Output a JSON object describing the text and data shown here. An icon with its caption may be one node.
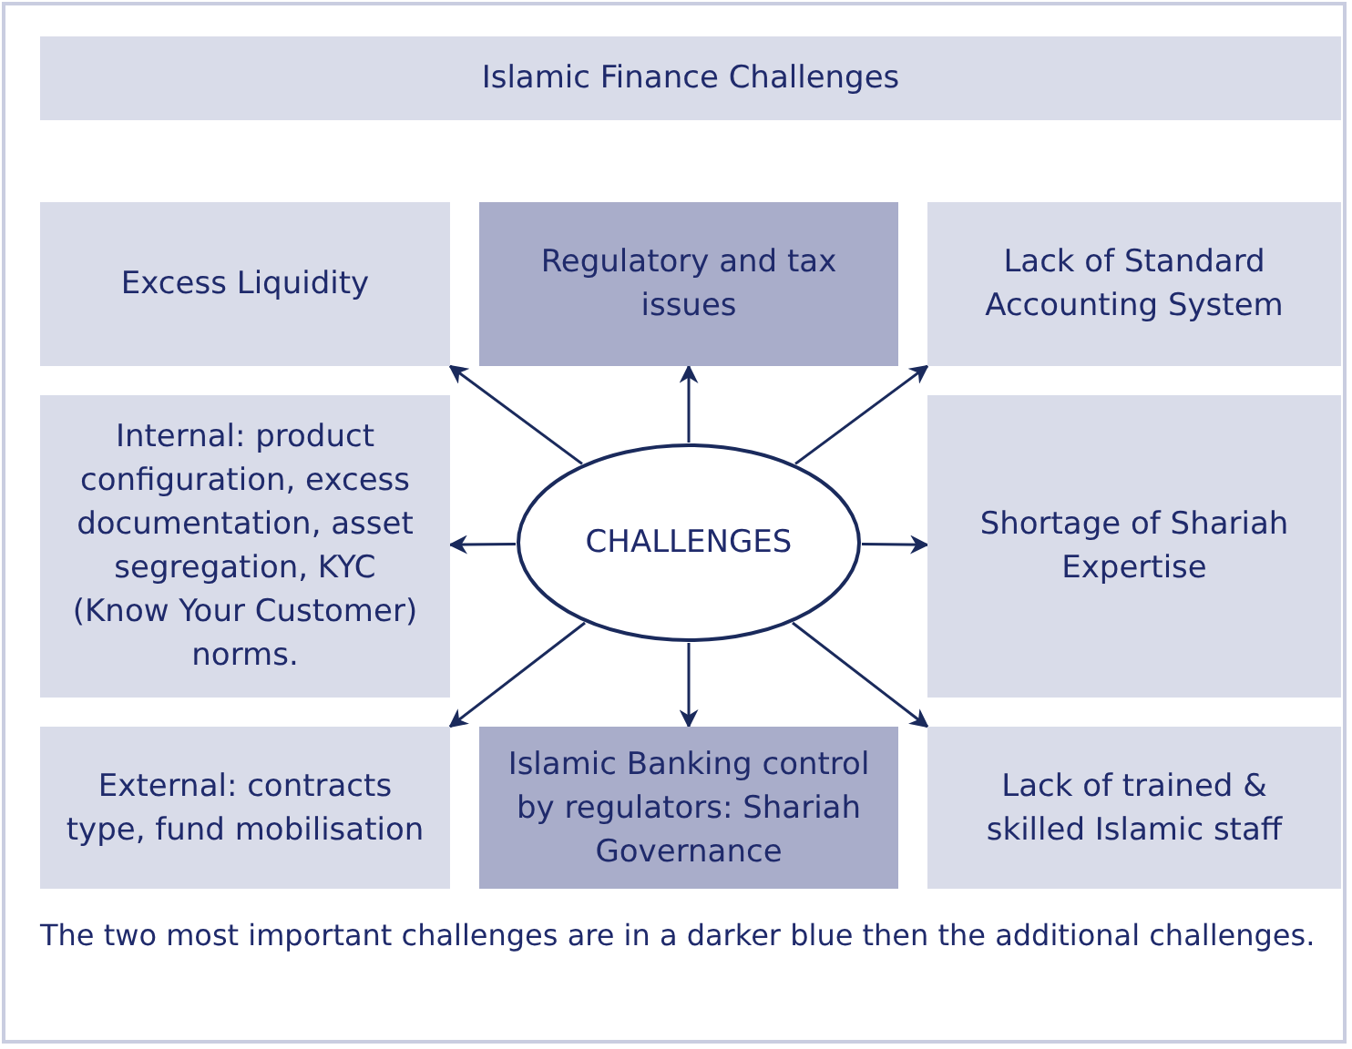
{
  "diagram": {
    "caption": "The two most important challenges are in a darker blue then the additional challenges.",
    "nodes": [
      {
        "text": [
          "Islamic Finance Challenges"
        ]
      },
      {
        "text": [
          "Excess Liquidity"
        ]
      },
      {
        "text": [
          "Regulatory and tax issues"
        ]
      },
      {
        "text": [
          "Lack of Standard Accounting System"
        ]
      },
      {
        "text": [
          "Internal: product configuration, excess documentation, asset segregation, KYC (Know Your Customer) norms."
        ]
      },
      {
        "text": [
          "CHALLENGES"
        ]
      },
      {
        "text": [
          "Shortage of Shariah Expertise"
        ]
      },
      {
        "text": [
          "External: contracts type, fund mobilisation"
        ]
      },
      {
        "text": [
          "Islamic Banking control by regulators: Shariah Governance"
        ]
      },
      {
        "text": [
          "Lack of trained & skilled Islamic staff"
        ]
      }
    ],
    "edges": [
      {
        "from": 5,
        "to": 1,
        "arrow": "to"
      },
      {
        "from": 5,
        "to": 2,
        "arrow": "to"
      },
      {
        "from": 5,
        "to": 3,
        "arrow": "to"
      },
      {
        "from": 5,
        "to": 4,
        "arrow": "to"
      },
      {
        "from": 5,
        "to": 6,
        "arrow": "to"
      },
      {
        "from": 5,
        "to": 7,
        "arrow": "to"
      },
      {
        "from": 5,
        "to": 8,
        "arrow": "to"
      },
      {
        "from": 5,
        "to": 9,
        "arrow": "to"
      }
    ]
  }
}
